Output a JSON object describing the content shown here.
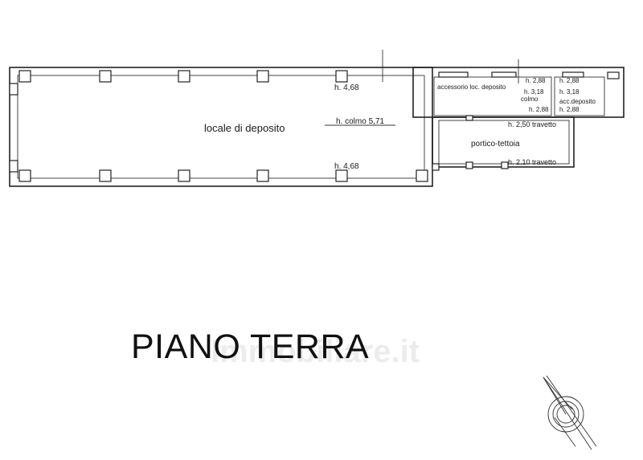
{
  "plan_title": "PIANO TERRA",
  "watermark": "Immobiliare.it",
  "rooms": {
    "main": "locale di deposito",
    "accessory": "accessorio loc. deposito",
    "acc_deposit": "acc.deposito",
    "porch": "portico-tettoia"
  },
  "heights": {
    "main_top": "h. 4,68",
    "main_bottom": "h. 4,68",
    "main_ridge": "h. colmo 5,71",
    "acc_ridge_value": "h. 3,18",
    "acc_ridge_word": "colmo",
    "acc_top": "h. 2,88",
    "acc_bottom": "h. 2,88",
    "accdep_top": "h. 2,88",
    "accdep_mid": "h. 3,18",
    "accdep_bottom": "h. 2,88",
    "porch_top": "h. 2,50 travetto",
    "porch_bottom": "h. 2,10 travetto"
  },
  "colors": {
    "lines": "#222222",
    "text": "#1a1a1a"
  }
}
